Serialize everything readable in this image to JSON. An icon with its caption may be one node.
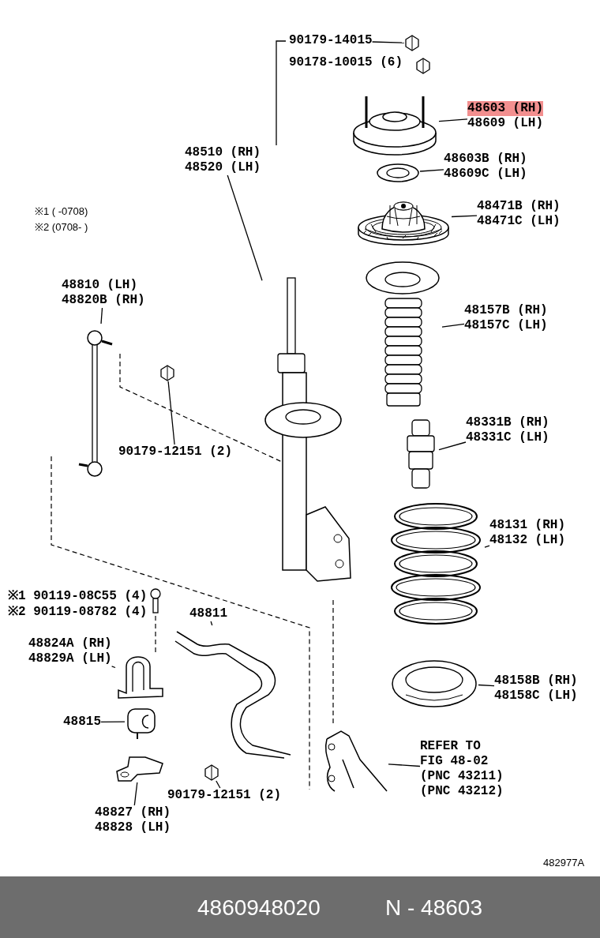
{
  "diagram": {
    "nodes": [
      {
        "text": [
          "90179-14015"
        ]
      },
      {
        "text": [
          "48603 (RH)",
          "48609 (LH)"
        ]
      },
      {
        "text": [
          "48603B (RH)",
          "48609C (LH)"
        ]
      },
      {
        "text": [
          "48471B (RH)",
          "48471C (LH)"
        ]
      },
      {
        "text": [
          "48510 (RH)",
          "48520 (LH)"
        ]
      },
      {
        "text": [
          "48157B (RH)",
          "48157C (LH)"
        ]
      },
      {
        "text": [
          "48810 (LH)",
          "48820B (RH)"
        ]
      },
      {
        "text": [
          "48331B (RH)",
          "48331C (LH)"
        ]
      },
      {
        "text": [
          "90179-12151 (2)"
        ]
      },
      {
        "text": [
          "48131 (RH)",
          "48132 (LH)"
        ]
      },
      {
        "text": [
          "48811"
        ]
      },
      {
        "text": [
          "48824A (RH)",
          "48829A (LH)"
        ]
      },
      {
        "text": [
          "48158B (RH)",
          "48158C (LH)"
        ]
      },
      {
        "text": [
          "48815"
        ]
      },
      {
        "text": [
          "REFER TO FIG 48-02",
          "(PNC 43211)",
          "(PNC 43212)"
        ]
      },
      {
        "text": [
          "90179-12151 (2)"
        ]
      },
      {
        "text": [
          "48827 (RH)",
          "48828 (LH)"
        ]
      },
      {
        "text": [],
        "shape": "picture"
      },
      {
        "text": [],
        "shape": "picture"
      },
      {
        "text": [],
        "shape": "picture"
      },
      {
        "text": [],
        "shape": "picture"
      },
      {
        "text": [],
        "shape": "picture"
      },
      {
        "text": [],
        "shape": "picture"
      },
      {
        "text": [],
        "shape": "picture"
      },
      {
        "text": [],
        "shape": "picture"
      },
      {
        "text": [],
        "shape": "picture"
      },
      {
        "text": [],
        "shape": "picture"
      },
      {
        "text": [],
        "shape": "picture"
      },
      {
        "text": [],
        "shape": "picture"
      },
      {
        "text": [],
        "shape": "picture"
      },
      {
        "text": [],
        "shape": "picture"
      },
      {
        "text": [],
        "shape": "picture"
      },
      {
        "text": [],
        "shape": "picture"
      },
      {
        "text": [],
        "shape": "picture"
      }
    ],
    "edges": [
      {
        "from": 0,
        "to": 17,
        "arrow": "none"
      },
      {
        "from": 1,
        "to": 18,
        "arrow": "none"
      },
      {
        "from": 2,
        "to": 19,
        "arrow": "none"
      },
      {
        "from": 3,
        "to": 20,
        "arrow": "none"
      },
      {
        "from": 4,
        "to": 21,
        "arrow": "none"
      },
      {
        "from": 5,
        "to": 22,
        "arrow": "none"
      },
      {
        "from": 6,
        "to": 23,
        "arrow": "none"
      },
      {
        "from": 7,
        "to": 24,
        "arrow": "none"
      },
      {
        "from": 8,
        "to": 25,
        "arrow": "none"
      },
      {
        "from": 9,
        "to": 26,
        "arrow": "none"
      },
      {
        "from": 10,
        "to": 27,
        "arrow": "none"
      },
      {
        "from": 11,
        "to": 28,
        "arrow": "none"
      },
      {
        "from": 12,
        "to": 29,
        "arrow": "none"
      },
      {
        "from": 13,
        "to": 30,
        "arrow": "none"
      },
      {
        "from": 14,
        "to": 31,
        "arrow": "none"
      },
      {
        "from": 15,
        "to": 32,
        "arrow": "none"
      },
      {
        "from": 16,
        "to": 33,
        "arrow": "none"
      }
    ],
    "labels": [
      "90178-10015 (6)",
      "※1 ( -0708)",
      "※2 (0708- )",
      "※1 90119-08C55 (4)",
      "※2 90119-08782 (4)",
      "482977A",
      "4860948020",
      "N - 48603"
    ]
  }
}
